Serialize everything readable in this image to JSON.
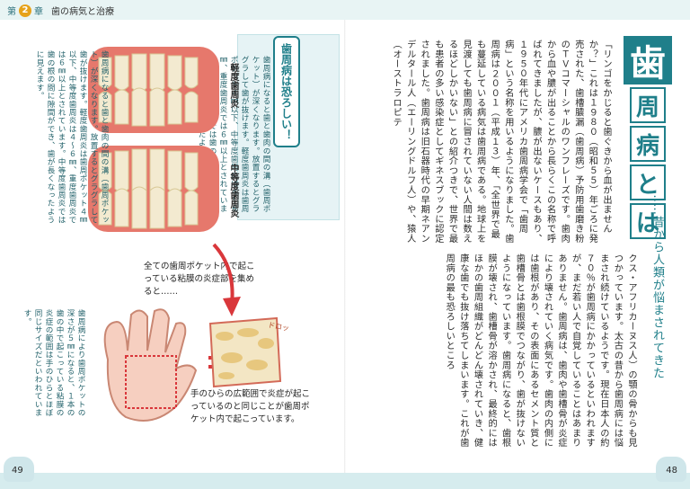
{
  "header": {
    "chapter_prefix": "第",
    "chapter_number": "2",
    "chapter_suffix": "章",
    "chapter_title": "歯の病気と治療"
  },
  "title": {
    "big_char": "歯",
    "small_chars": [
      "周",
      "病",
      "と",
      "は"
    ],
    "subtitle": "……昔から人類が悩まされてきた"
  },
  "right_page": {
    "col_a": "「リンゴをかじると歯ぐきから血が出ませんか？」これは１９８０（昭和５５）年ごろに発売された、歯槽膿漏（歯周病）予防用歯磨き粉のＴＶコマーシャルのワンフレーズです。歯肉から血や膿が出ることから長らくこの名称で呼ばれてきましたが、膿が出ないケースもあり、１９５０年代にアメリカ歯周病学会で「歯周病」という名称を用いるようになりました。歯周病は２００１（平成１３）年、「全世界で最も蔓延している病気は歯周病である。地球上を見渡しても歯周病に冒されていない人間は数えるほどしかいない」との紹介つきで、世界で最も患者の多い感染症としてギネスブックに認定されました。歯周病は旧石器時代の早期ネアンデルタール人（エーリングドルフ人）や、猿人（オーストラロピテ",
    "col_b": "クス・アフリカーヌス人）の顎の骨からも見つかっています。太古の昔から歯周病には悩まされ続けているようです。現在日本人の約７０％が歯周病にかかっているといわれますが、まだ若い人で自覚していることはあまりありません。歯周病は、歯肉や歯槽骨が炎症により壊されていく病気です。歯肉の内側には歯根があり、その表面にあるセメント質と歯槽骨とは歯根膜でつながり、歯が抜けないようになっています。歯周病になると、歯根膜が壊され、歯槽骨が溶かされ、最終的にはほかの歯周組織がどんどん壊されていき、健康な歯でも抜け落ちてしまいます。これが歯周病の最も恐ろしいところ"
  },
  "left_page": {
    "badge": "歯周病は恐ろしい！",
    "sidebar_top": "歯周病になると歯と歯肉の間の溝（歯周ポケット）が深くなります。放置するとグラグラして歯が抜けます。軽度歯周炎は歯周ポケット４㎜以下、中等度歯周炎は４〜６㎜、重度歯周炎では６㎜以上とされています。中等度歯周炎では歯の根の間に隙間ができ、歯が長くなったように見えます。",
    "label_mild": "軽度歯周炎",
    "label_moderate": "中等度歯周炎",
    "callout_top": "全ての歯周ポケット内で起こっている粘膜の炎症部を集めると……",
    "doro": "ドロッ",
    "callout_bottom": "手のひらの広範囲で炎症が起こっているのと同じことが歯周ポケット内で起こっています。",
    "sidebar_bottom": "歯周病により歯周ポケットの深さが５㎜になると、１本の歯の中で起こっている粘膜の炎症の範囲は手のひらとほぼ同じサイズだといわれています。"
  },
  "footer": {
    "page_left": "49",
    "page_right": "48"
  },
  "colors": {
    "accent": "#1f7f8a",
    "chapter_badge": "#e6a21a",
    "gum": "#e6786c",
    "tooth": "#f3ead0"
  }
}
